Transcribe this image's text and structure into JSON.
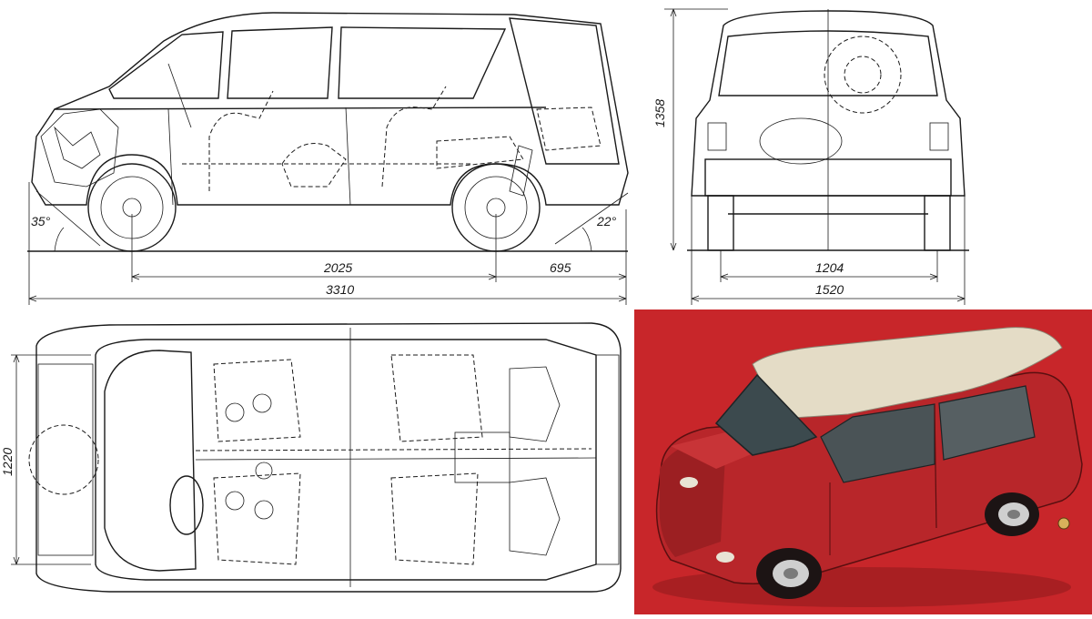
{
  "side_view": {
    "dimensions": {
      "wheelbase": "2025",
      "rear_overhang": "695",
      "overall_length": "3310",
      "approach_angle": "35°",
      "departure_angle": "22°"
    }
  },
  "rear_view": {
    "dimensions": {
      "height": "1358",
      "track": "1204",
      "overall_width": "1520"
    }
  },
  "plan_view": {
    "dimensions": {
      "inner_width": "1220"
    }
  },
  "photo": {
    "background_color": "#c8262a",
    "body_color": "#b8262a",
    "roof_color": "#e4dcc6"
  }
}
